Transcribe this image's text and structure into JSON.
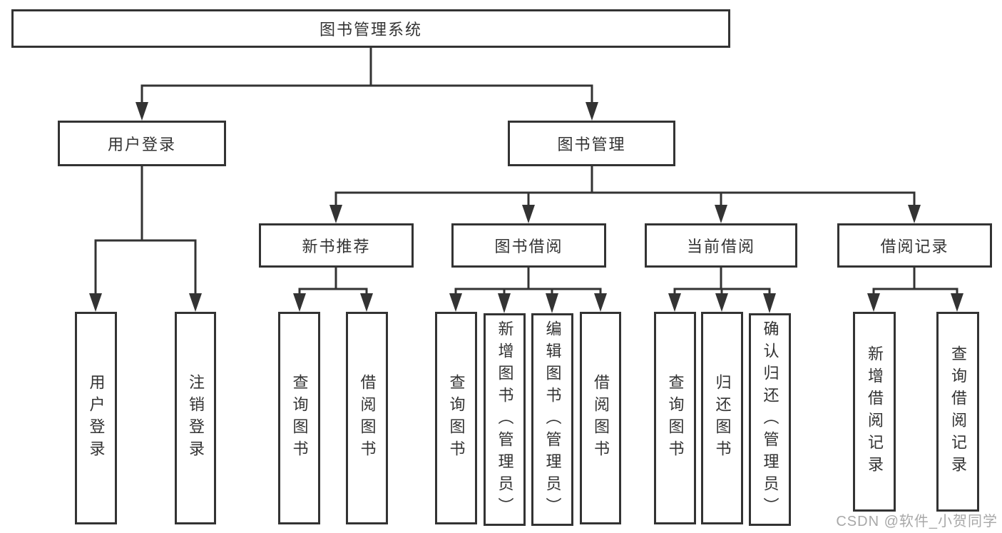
{
  "watermark": "CSDN @软件_小贺同学",
  "colors": {
    "line": "#333333",
    "text": "#333333",
    "background": "#ffffff",
    "watermark": "#a8a8a8"
  },
  "tree": {
    "root": {
      "label": "图书管理系统"
    },
    "branches": [
      {
        "label": "用户登录",
        "children": [
          {
            "label": "用户登录"
          },
          {
            "label": "注销登录"
          }
        ]
      },
      {
        "label": "图书管理",
        "groups": [
          {
            "label": "新书推荐",
            "children": [
              {
                "label": "查询图书"
              },
              {
                "label": "借阅图书"
              }
            ]
          },
          {
            "label": "图书借阅",
            "children": [
              {
                "label": "查询图书"
              },
              {
                "label": "新增图书（管理员）"
              },
              {
                "label": "编辑图书（管理员）"
              },
              {
                "label": "借阅图书"
              }
            ]
          },
          {
            "label": "当前借阅",
            "children": [
              {
                "label": "查询图书"
              },
              {
                "label": "归还图书"
              },
              {
                "label": "确认归还（管理员）"
              }
            ]
          },
          {
            "label": "借阅记录",
            "children": [
              {
                "label": "新增借阅记录"
              },
              {
                "label": "查询借阅记录"
              }
            ]
          }
        ]
      }
    ]
  }
}
